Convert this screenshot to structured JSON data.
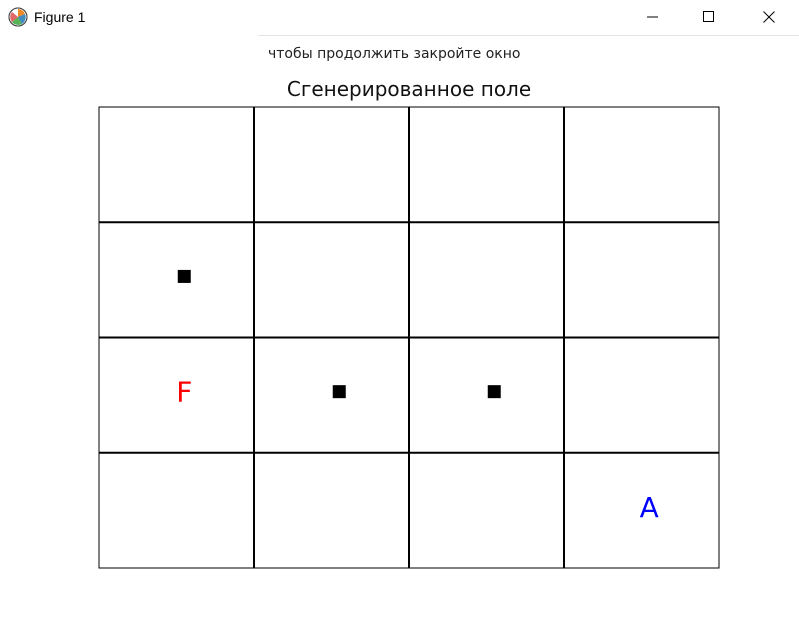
{
  "window": {
    "title": "Figure 1",
    "app_icon": "matplotlib-icon",
    "controls": [
      "minimize-icon",
      "maximize-icon",
      "close-icon"
    ]
  },
  "toolbar": {
    "message": "чтобы продолжить закройте окно"
  },
  "figure": {
    "title": "Сгенерированное поле",
    "grid": {
      "rows": 4,
      "cols": 4
    },
    "obstacles": [
      {
        "row": 1,
        "col": 0
      },
      {
        "row": 2,
        "col": 1
      },
      {
        "row": 2,
        "col": 2
      }
    ],
    "markers": [
      {
        "label": "F",
        "row": 2,
        "col": 0,
        "color": "#ff0000"
      },
      {
        "label": "A",
        "row": 3,
        "col": 3,
        "color": "#0000ff"
      }
    ],
    "obstacle_color": "#000000",
    "line_color": "#000000"
  }
}
